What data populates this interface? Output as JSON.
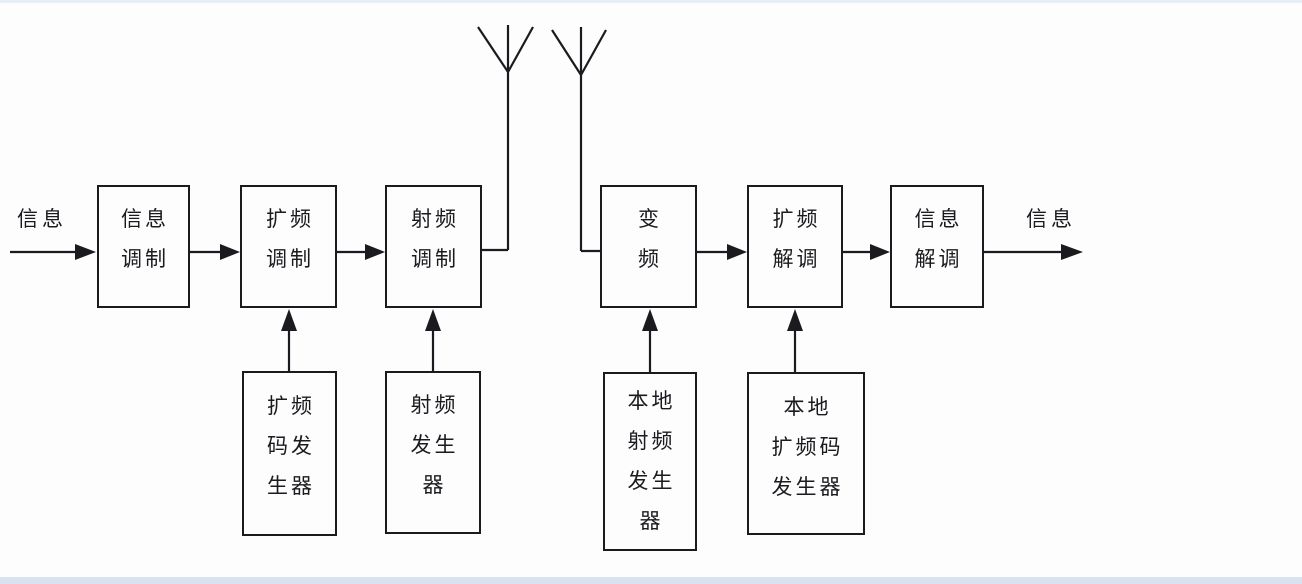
{
  "labels": {
    "input": "信息",
    "output": "信息"
  },
  "main_boxes": [
    {
      "id": "info-modulation",
      "lines": [
        "信息",
        "调制"
      ]
    },
    {
      "id": "spread-modulation",
      "lines": [
        "扩频",
        "调制"
      ]
    },
    {
      "id": "rf-modulation",
      "lines": [
        "射频",
        "调制"
      ]
    },
    {
      "id": "frequency-conversion",
      "lines": [
        "变",
        "频"
      ]
    },
    {
      "id": "spread-demodulation",
      "lines": [
        "扩频",
        "解调"
      ]
    },
    {
      "id": "info-demodulation",
      "lines": [
        "信息",
        "解调"
      ]
    }
  ],
  "generator_boxes": [
    {
      "id": "spread-code-generator",
      "lines": [
        "扩频",
        "码发",
        "生器"
      ]
    },
    {
      "id": "rf-generator",
      "lines": [
        "射频",
        "发生",
        "器"
      ]
    },
    {
      "id": "local-rf-generator",
      "lines": [
        "本地",
        "射频",
        "发生",
        "器"
      ]
    },
    {
      "id": "local-spread-code-generator",
      "lines": [
        "本地",
        "扩频码",
        "发生器"
      ]
    }
  ],
  "icons": {
    "antenna_left": "transmit-antenna",
    "antenna_right": "receive-antenna"
  },
  "colors": {
    "stroke": "#1b1b1f",
    "background": "#fdfdfe",
    "edge_tint": "#d9e2ef"
  }
}
